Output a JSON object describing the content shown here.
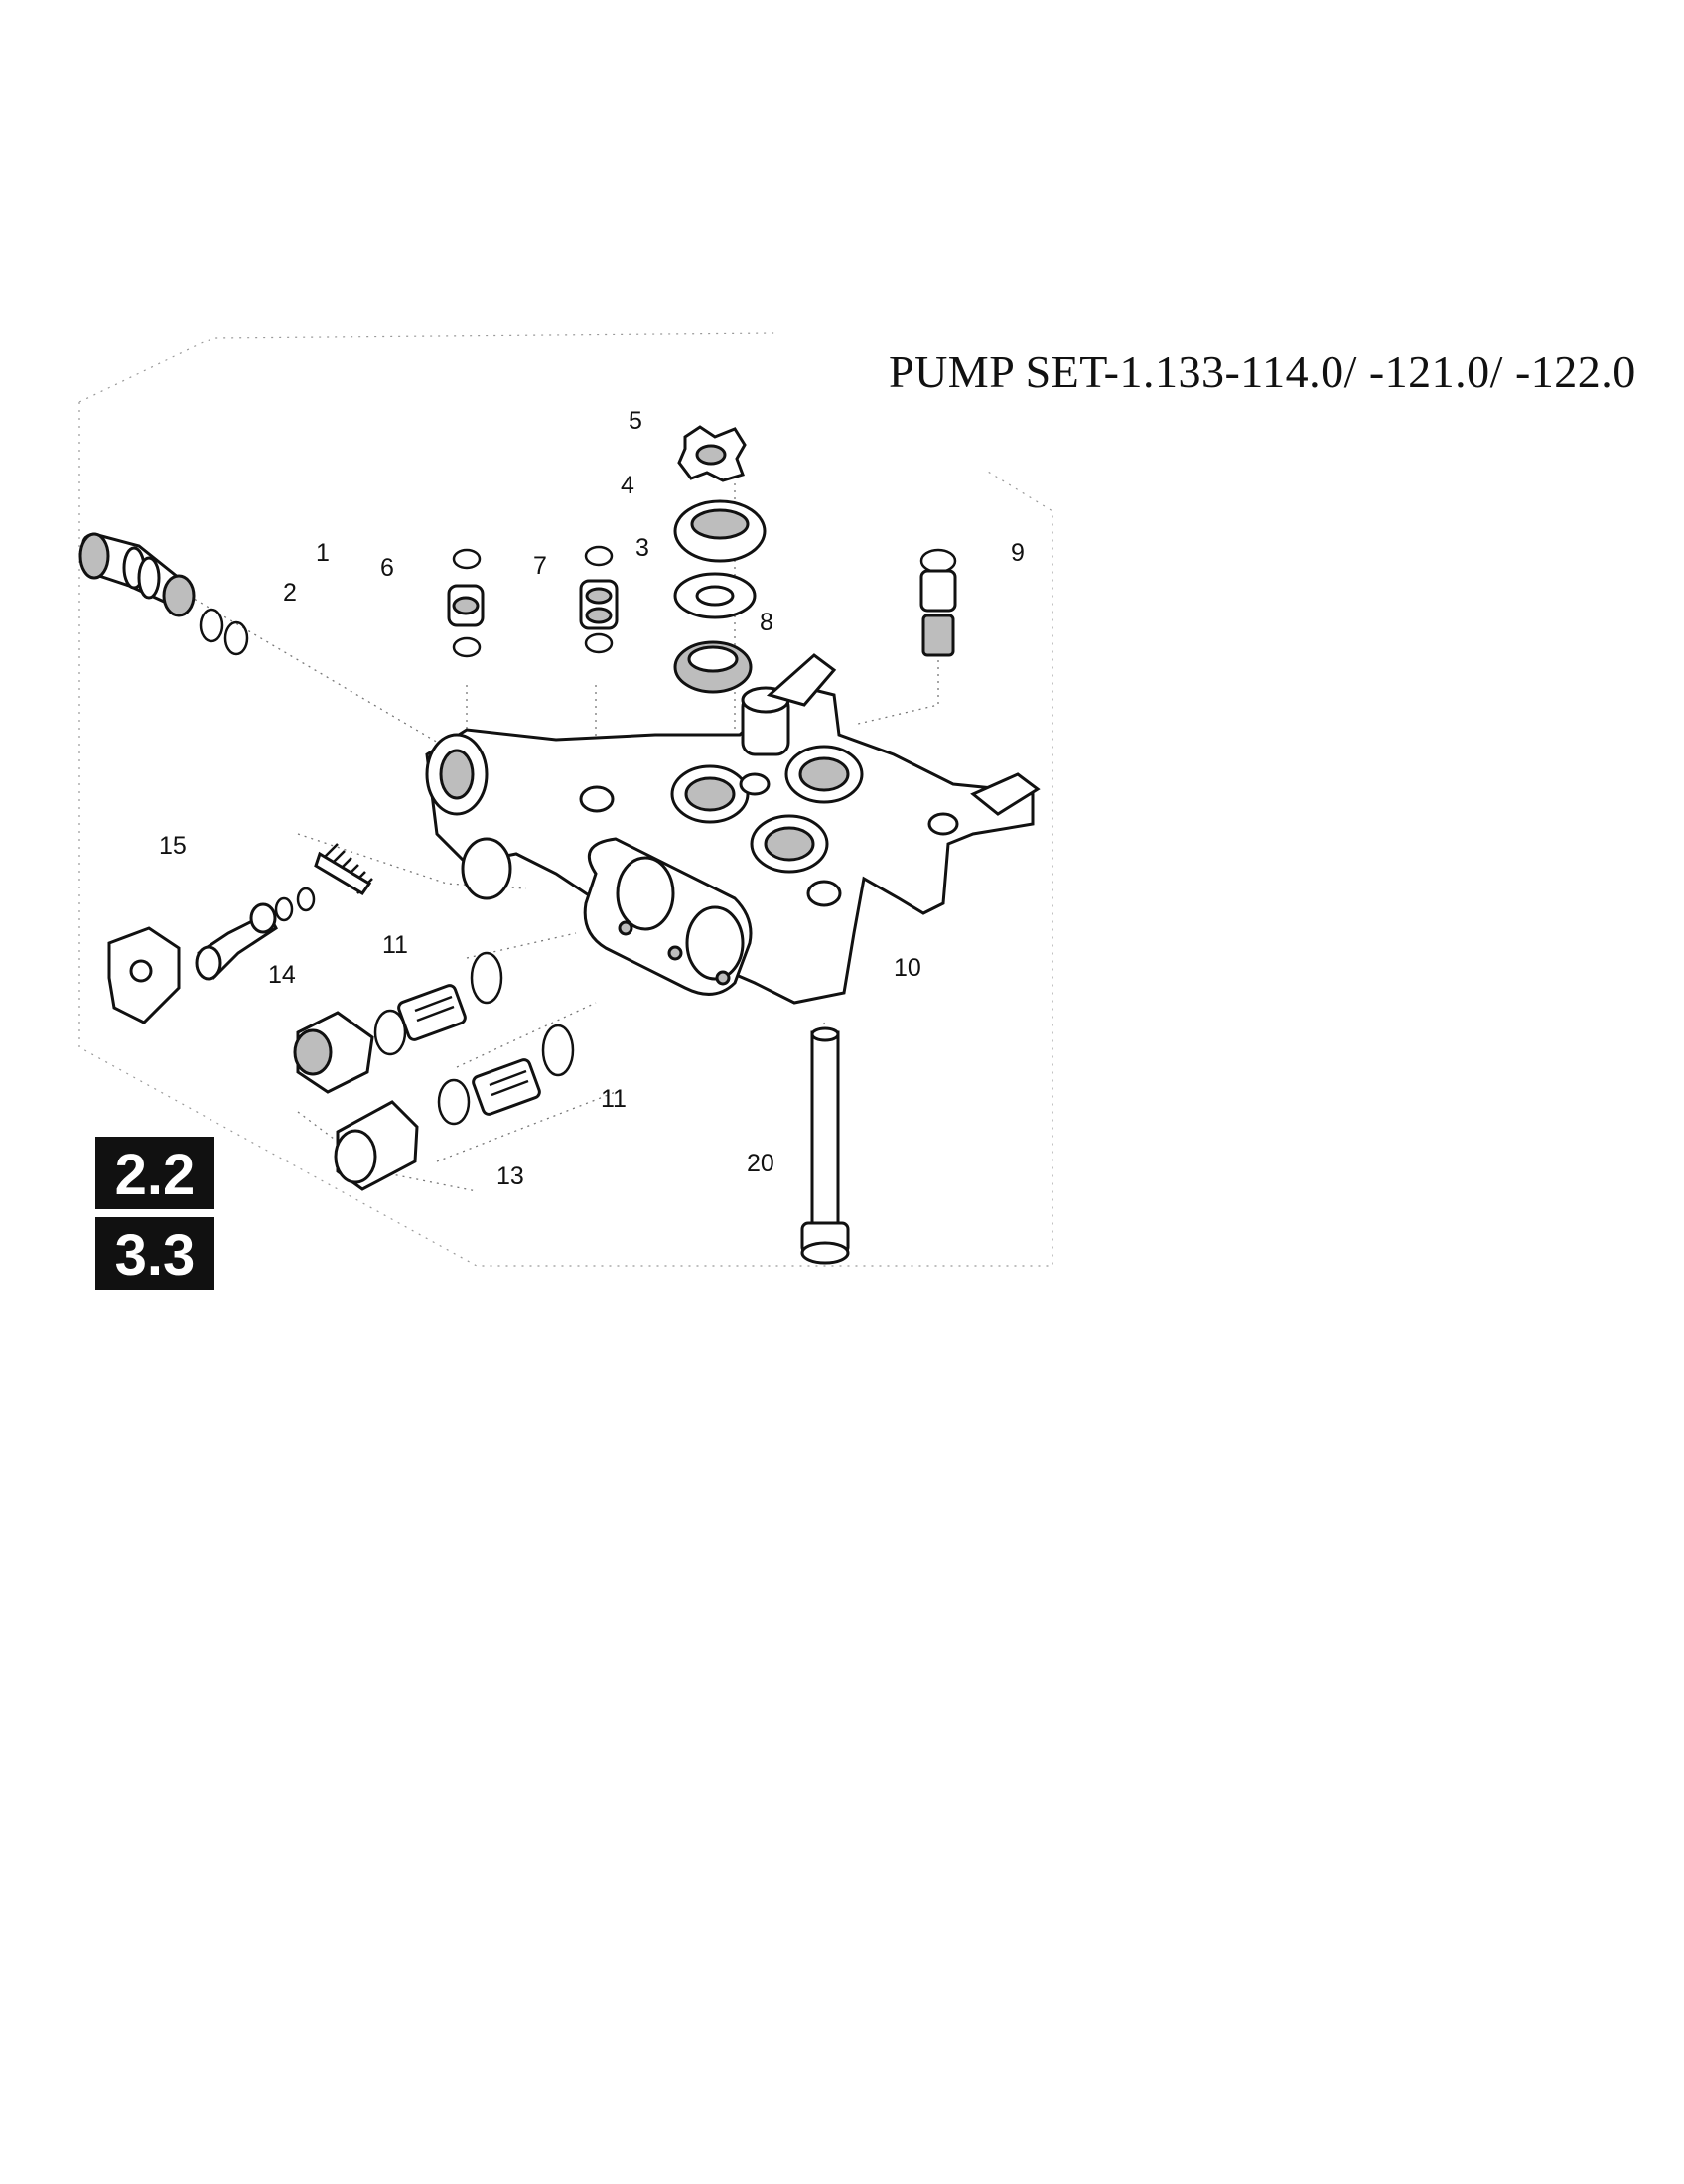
{
  "title": "PUMP SET-1.133-114.0/ -121.0/ -122.0",
  "callouts": {
    "c1": "1",
    "c2": "2",
    "c3": "3",
    "c4": "4",
    "c5": "5",
    "c6": "6",
    "c7": "7",
    "c8": "8",
    "c9": "9",
    "c10": "10",
    "c11a": "11",
    "c11b": "11",
    "c13": "13",
    "c14": "14",
    "c15": "15",
    "c20": "20"
  },
  "badges": {
    "top": "2.2",
    "bottom": "3.3"
  }
}
